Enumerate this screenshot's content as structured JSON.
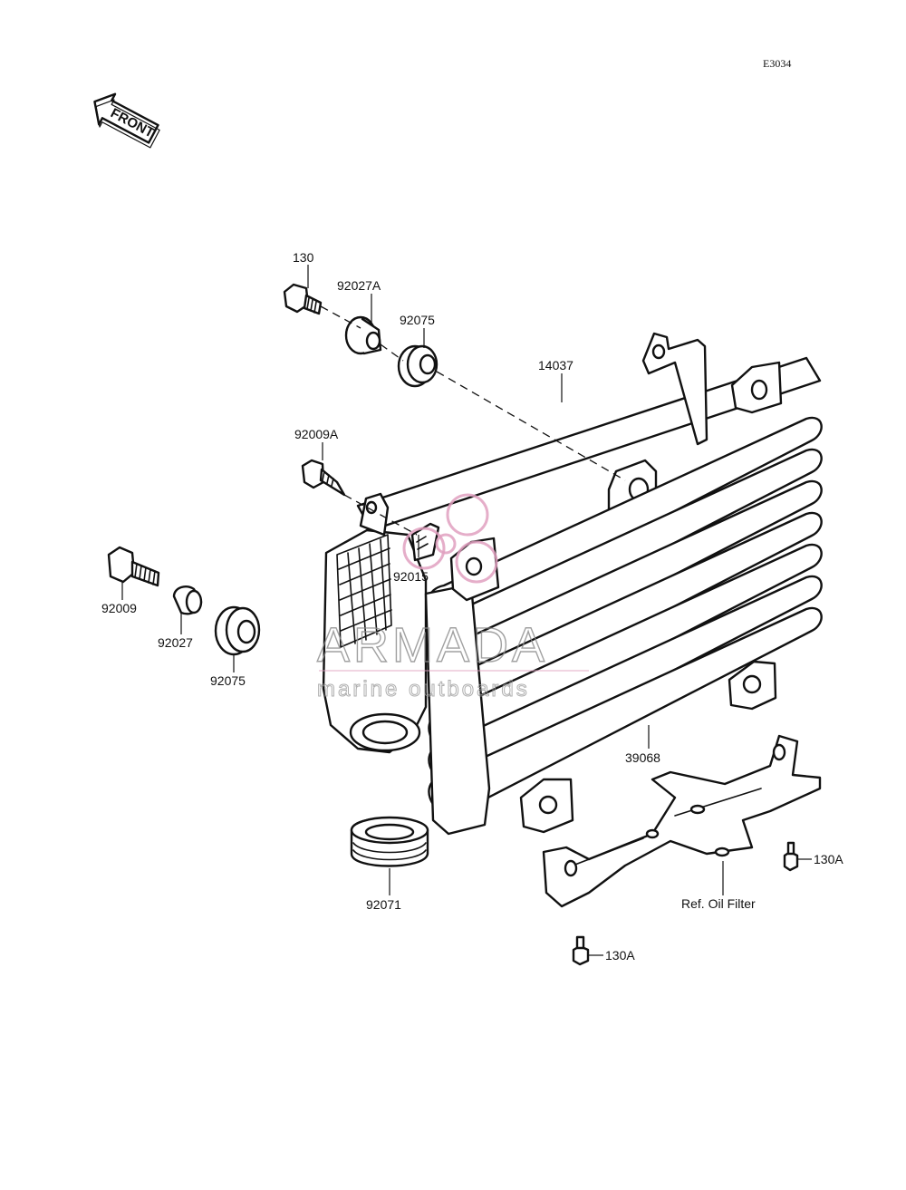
{
  "diagram": {
    "code": "E3034",
    "front_label": "FRONT",
    "labels": {
      "p130": "130",
      "p92027A": "92027A",
      "p92075_top": "92075",
      "p14037": "14037",
      "p92009A": "92009A",
      "p92015": "92015",
      "p92009": "92009",
      "p92027": "92027",
      "p92075_left": "92075",
      "p39068": "39068",
      "p92071": "92071",
      "p130A_right": "130A",
      "p130A_bottom": "130A",
      "ref_oil_filter": "Ref. Oil Filter"
    }
  },
  "watermark": {
    "brand": "ARMADA",
    "tagline": "marine outboards",
    "logo_color": "#e0a0c0"
  }
}
